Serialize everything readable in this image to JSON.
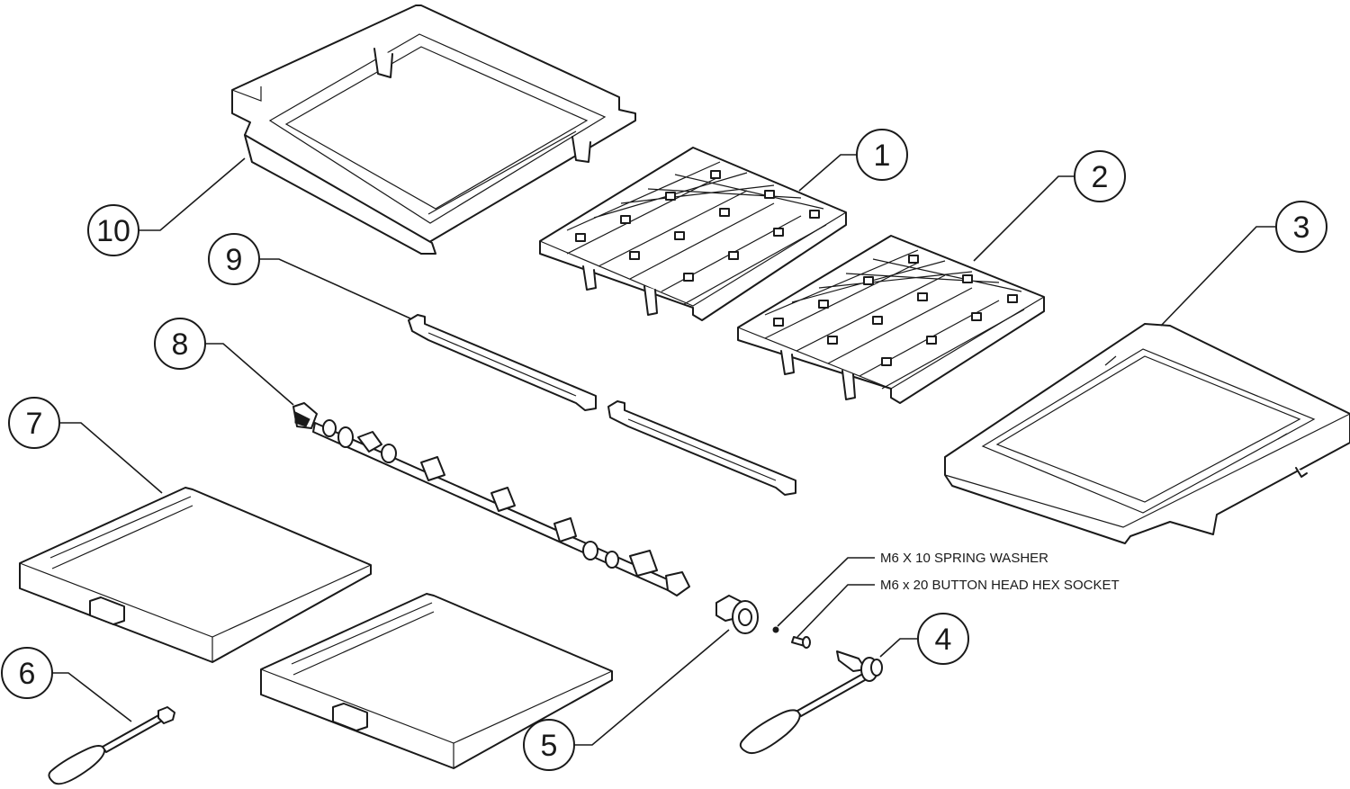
{
  "title": "Exploded parts diagram",
  "callouts": [
    {
      "id": "1",
      "label": "1"
    },
    {
      "id": "2",
      "label": "2"
    },
    {
      "id": "3",
      "label": "3"
    },
    {
      "id": "4",
      "label": "4"
    },
    {
      "id": "5",
      "label": "5"
    },
    {
      "id": "6",
      "label": "6"
    },
    {
      "id": "7",
      "label": "7"
    },
    {
      "id": "8",
      "label": "8"
    },
    {
      "id": "9",
      "label": "9"
    },
    {
      "id": "10",
      "label": "10"
    }
  ],
  "notes": {
    "spring_washer": "M6 X 10 SPRING WASHER",
    "button_head": "M6 x 20 BUTTON HEAD HEX SOCKET"
  }
}
